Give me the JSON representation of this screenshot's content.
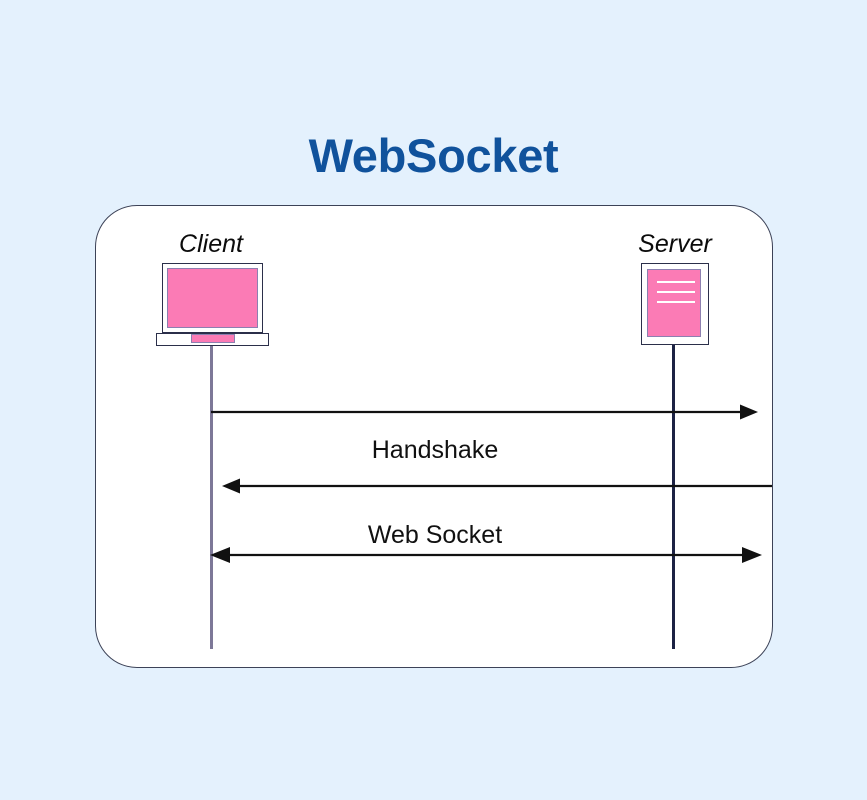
{
  "page": {
    "background_color": "#e4f1fd",
    "title": "WebSocket",
    "title_color": "#10529c"
  },
  "diagram": {
    "type": "sequence-diagram",
    "card": {
      "background_color": "#ffffff",
      "border_color": "#3c4257"
    },
    "actors": [
      {
        "id": "client",
        "label": "Client",
        "icon": "laptop-icon",
        "accent_color": "#fb7bb5",
        "lifeline_color": "#7d7898"
      },
      {
        "id": "server",
        "label": "Server",
        "icon": "server-icon",
        "accent_color": "#fb7bb5",
        "lifeline_color": "#1c2244"
      }
    ],
    "messages": [
      {
        "id": "handshake-request",
        "label": "",
        "direction": "right",
        "from": "client",
        "to": "server"
      },
      {
        "id": "handshake-group",
        "label": "Handshake",
        "direction": "text-only"
      },
      {
        "id": "handshake-response",
        "label": "",
        "direction": "left",
        "from": "server",
        "to": "client"
      },
      {
        "id": "websocket-group",
        "label": "Web Socket",
        "direction": "text-only"
      },
      {
        "id": "websocket-channel",
        "label": "",
        "direction": "both",
        "from": "client",
        "to": "server"
      }
    ]
  }
}
